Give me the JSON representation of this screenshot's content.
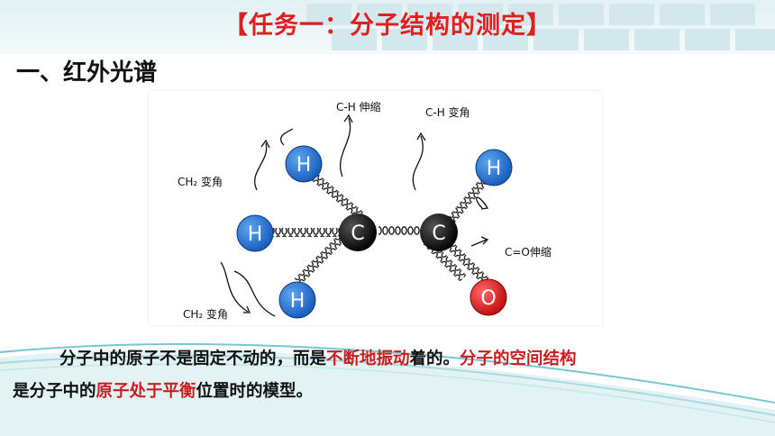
{
  "title": "【任务一：分子结构的测定】",
  "heading": "一、红外光谱",
  "diagram": {
    "atoms": {
      "h1": "H",
      "h2": "H",
      "h3": "H",
      "h4": "H",
      "c1": "C",
      "c2": "C",
      "o": "O"
    },
    "labels": {
      "ch_stretch": "C-H 伸缩",
      "ch_bend": "C-H 变角",
      "ch2_bend_top": "CH₂ 变角",
      "ch2_bend_bottom": "CH₂ 变角",
      "co_stretch": "C=O伸缩"
    },
    "colors": {
      "hydrogen": "#1a6fd1",
      "carbon": "#111111",
      "oxygen": "#e02323"
    }
  },
  "paragraph": {
    "part1": "分子中的原子不是固定不动的，而是",
    "part2": "不断地振动",
    "part3": "着的。",
    "part4": "分子的空间结构",
    "part5": "是分子中的",
    "part6": "原子处于平衡",
    "part7": "位置时的模型。"
  }
}
